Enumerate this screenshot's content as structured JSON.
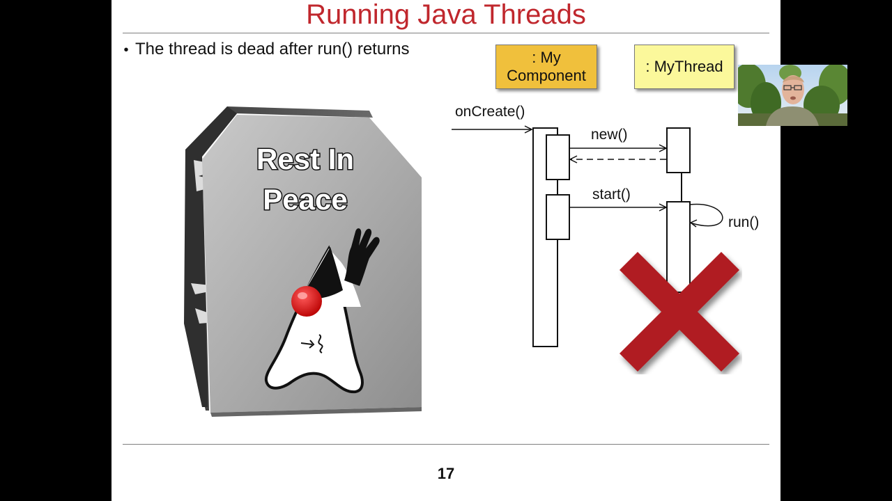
{
  "slide": {
    "title": "Running Java Threads",
    "bullet": "The thread is dead after run() returns",
    "page_number": "17"
  },
  "tombstone": {
    "line1": "Rest In",
    "line2": "Peace"
  },
  "sequence_diagram": {
    "lifelines": {
      "component": ": My Component",
      "thread": ": MyThread"
    },
    "messages": {
      "on_create": "onCreate()",
      "new": "new()",
      "start": "start()",
      "run": "run()"
    }
  },
  "colors": {
    "title": "#c0272d",
    "component_box": "#f0c03c",
    "thread_box": "#fbf89b",
    "x_mark": "#b01e24"
  },
  "icons": [
    "duke-mascot-icon",
    "tombstone-icon",
    "x-mark-icon",
    "webcam-presenter"
  ]
}
